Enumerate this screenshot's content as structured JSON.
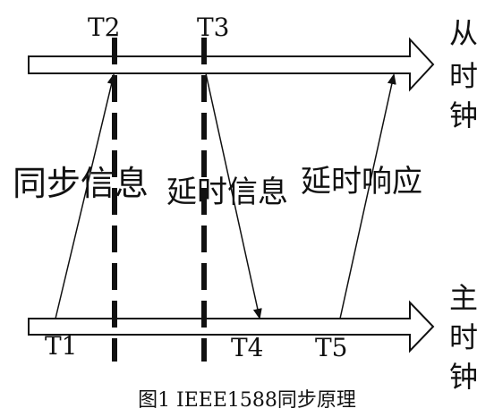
{
  "diagram": {
    "timestamps": {
      "t1": "T1",
      "t2": "T2",
      "t3": "T3",
      "t4": "T4",
      "t5": "T5"
    },
    "slave_clock": [
      "从",
      "时",
      "钟"
    ],
    "master_clock": [
      "主",
      "时",
      "钟"
    ],
    "messages": {
      "sync": "同步信息",
      "delay_req": "延时信息",
      "delay_resp": "延时响应"
    },
    "caption": "图1 IEEE1588同步原理"
  }
}
